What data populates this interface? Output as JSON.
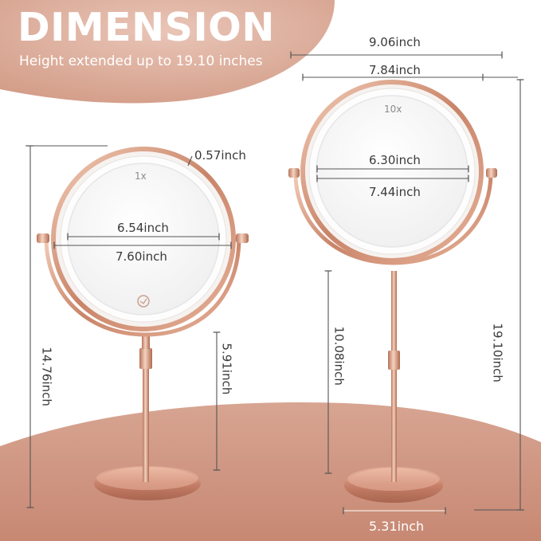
{
  "header": {
    "title": "DIMENSION",
    "subtitle": "Height extended up to 19.10 inches"
  },
  "left_mirror": {
    "magnification": "1x",
    "frame_thickness": "0.57inch",
    "inner_diameter": "6.54inch",
    "outer_diameter": "7.60inch",
    "total_height": "14.76inch",
    "stem_height": "5.91inch"
  },
  "right_mirror": {
    "magnification": "10x",
    "overall_width": "9.06inch",
    "frame_diameter": "7.84inch",
    "inner_diameter": "6.30inch",
    "outer_diameter": "7.44inch",
    "stem_height": "10.08inch",
    "total_height": "19.10inch",
    "base_diameter": "5.31inch"
  },
  "colors": {
    "background_pink": "#d6a390",
    "table_surface": "#cd9583",
    "rose_gold": "#d7a088",
    "dimension_line": "#555555"
  }
}
